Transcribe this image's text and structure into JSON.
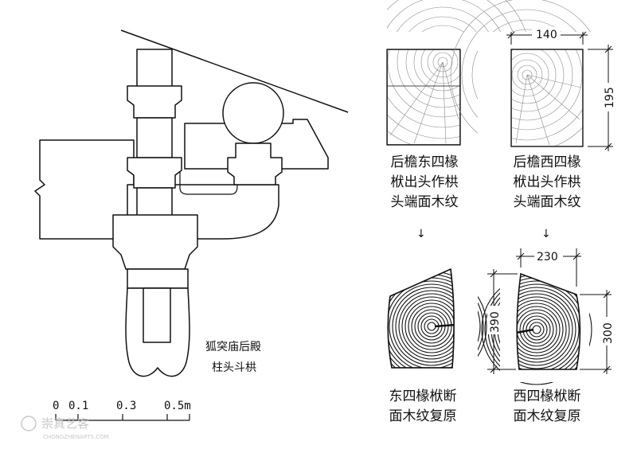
{
  "left_drawing": {
    "title_lines": [
      "狐突庙后殿",
      "柱头斗栱"
    ],
    "scale_labels": [
      "0",
      "0.1",
      "0.3",
      "0.5m"
    ]
  },
  "panels": {
    "back_east": {
      "caption_lines": [
        "后檐东四椽",
        "栿出头作栱",
        "头端面木纹"
      ]
    },
    "back_west": {
      "caption_lines": [
        "后檐西四椽",
        "栿出头作栱",
        "头端面木纹"
      ],
      "dim_width": "140",
      "dim_height": "195"
    },
    "east_restored": {
      "caption_lines": [
        "东四椽栿断",
        "面木纹复原"
      ]
    },
    "west_restored": {
      "caption_lines": [
        "西四椽栿断",
        "面木纹复原"
      ],
      "dim_width": "230",
      "dim_left": "390",
      "dim_right": "300"
    }
  },
  "arrows": [
    "↓",
    "↓"
  ],
  "watermark": {
    "main": "崇真艺客",
    "sub": "CHONGZHENARTS.COM"
  }
}
